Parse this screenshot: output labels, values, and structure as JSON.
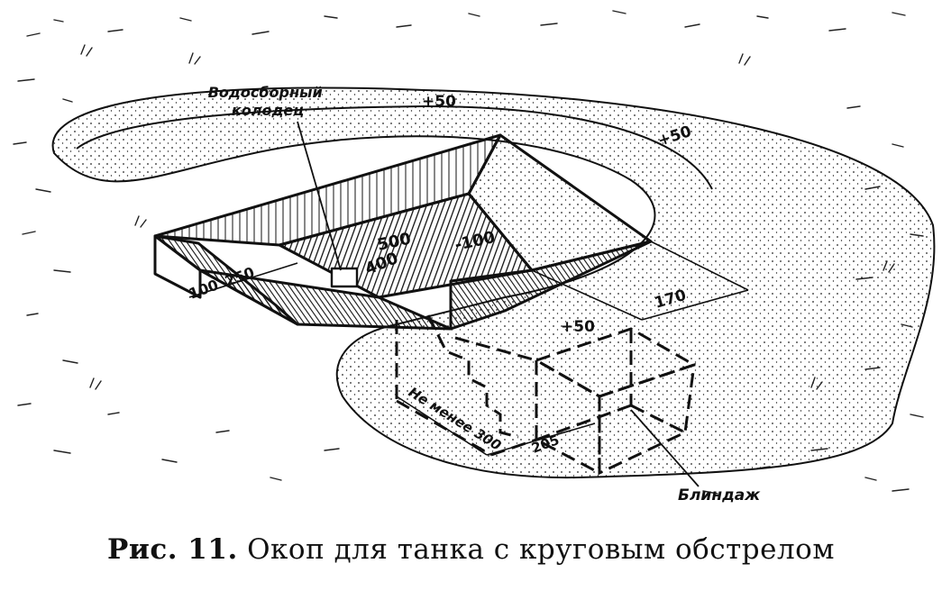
{
  "labels": {
    "sump": "Водосборный колодец",
    "sump_line1": "Водосборный",
    "sump_line2": "колодец",
    "dugout": "Блиндаж"
  },
  "dimensions": {
    "parapet_left": "+50",
    "parapet_right": "+50",
    "dugout_top": "+50",
    "length": "500",
    "bottom_length": "400",
    "depth": "-100",
    "ramp_width": "100",
    "ramp_length": "250",
    "side": "170",
    "passage_length": "Не менее 300",
    "dugout_width": "205"
  },
  "caption": {
    "prefix": "Рис. 11.",
    "text": "Окоп для танка с круговым обстрелом"
  },
  "colors": {
    "ink": "#111111",
    "paper": "#ffffff"
  }
}
